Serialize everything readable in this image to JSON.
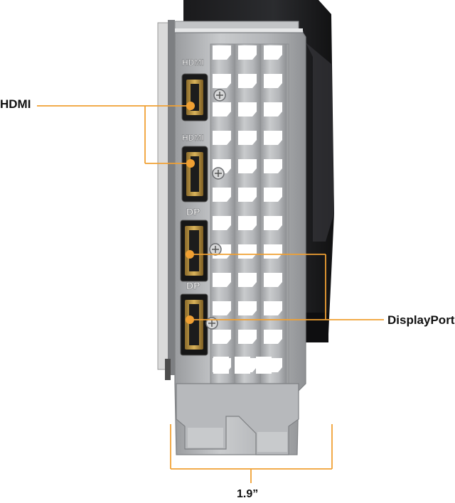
{
  "image": {
    "subject": "graphics-card-io-bracket",
    "accent_color": "#f0a033"
  },
  "callouts": {
    "hdmi": "HDMI",
    "displayport": "DisplayPort",
    "width": "1.9”"
  },
  "bracket_port_labels": [
    "HDMI",
    "HDMI",
    "DP",
    "DP"
  ]
}
